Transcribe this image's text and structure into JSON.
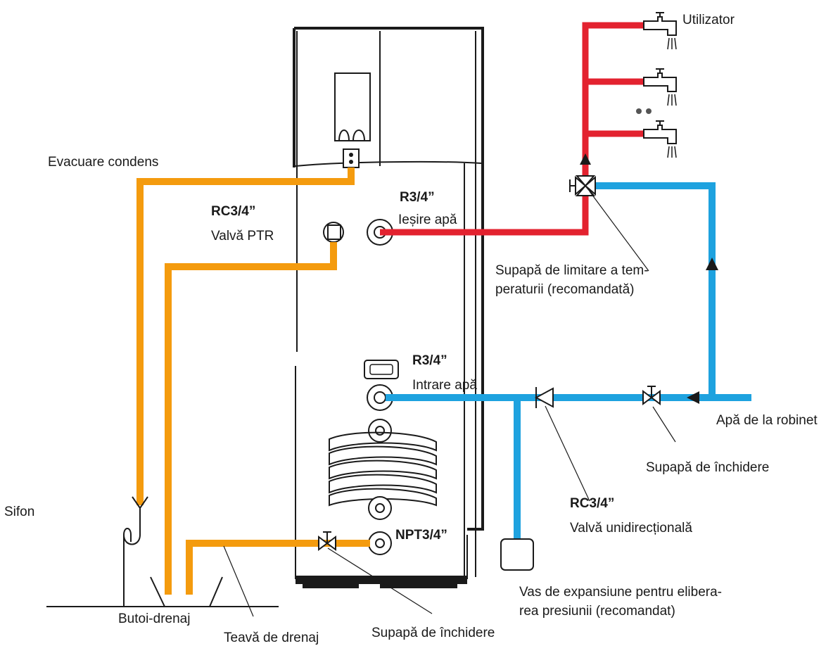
{
  "colors": {
    "hot_water": "#e3222f",
    "cold_water": "#1ea2df",
    "condensate": "#f49b0e",
    "outline": "#1a1a1a"
  },
  "labels": {
    "utilizator": "Utilizator",
    "evacuare_condens": "Evacuare condens",
    "rc34_ptr": "RC3/4”",
    "valva_ptr": "Valvă PTR",
    "r34_out": "R3/4”",
    "iesire_apa": "Ieșire apă",
    "supapa_limitare_1": "Supapă de limitare a tem-",
    "supapa_limitare_2": "peraturii (recomandată)",
    "r34_in": "R3/4”",
    "intrare_apa": "Intrare apă",
    "apa_robinet": "Apă de la robinet",
    "supapa_inchidere_right": "Supapă de închidere",
    "sifon": "Sifon",
    "rc34_check": "RC3/4”",
    "valva_unidirectionala": "Valvă unidirecțională",
    "npt34": "NPT3/4”",
    "vas_1": "Vas de expansiune pentru elibera-",
    "vas_2": "rea presiunii (recomandat)",
    "butoi_drenaj": "Butoi-drenaj",
    "teava_drenaj": "Teavă de drenaj",
    "supapa_inchidere_bottom": "Supapă de închidere"
  }
}
